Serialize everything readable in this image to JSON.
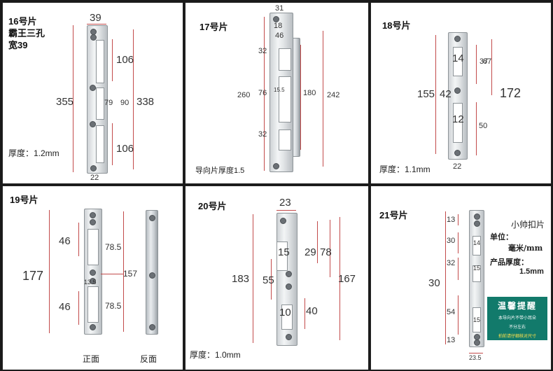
{
  "p16": {
    "title_lines": [
      "16号片",
      "霸王三孔",
      "宽39"
    ],
    "thickness": "厚度：1.2mm",
    "dims": {
      "width": "39",
      "d106a": "106",
      "total": "355",
      "d79": "79",
      "d90": "90",
      "d338": "338",
      "d106b": "106",
      "bottom": "22"
    }
  },
  "p17": {
    "title": "17号片",
    "note": "导向片厚度1.5",
    "dims": {
      "d31": "31",
      "d18": "18",
      "d46": "46",
      "d32a": "32",
      "d260": "260",
      "d76": "76",
      "d15_5": "15.5",
      "d180": "180",
      "d242": "242",
      "d32b": "32"
    }
  },
  "p18": {
    "title": "18号片",
    "thickness": "厚度：1.1mm",
    "dims": {
      "d14": "14",
      "d37": "37",
      "d67": "67",
      "d155": "155",
      "d42": "42",
      "d172": "172",
      "d12": "12",
      "d50": "50",
      "d22": "22"
    }
  },
  "p19": {
    "title": "19号片",
    "front": "正面",
    "back": "反面",
    "dims": {
      "d46a": "46",
      "d78_5a": "78.5",
      "d177": "177",
      "d157": "157",
      "d13_5": "13.5",
      "d46b": "46",
      "d78_5b": "78.5"
    }
  },
  "p20": {
    "title": "20号片",
    "thickness": "厚度：1.0mm",
    "dims": {
      "d23": "23",
      "d15": "15",
      "d29": "29",
      "d78": "78",
      "d183": "183",
      "d55": "55",
      "d167": "167",
      "d10": "10",
      "d40": "40"
    }
  },
  "p21": {
    "title": "21号片",
    "name": "小帅扣片",
    "unit_label": "单位：",
    "unit": "毫米/mm",
    "thick_label": "产品厚度：",
    "thick": "1.5mm",
    "tip_title": "温馨提醒",
    "tip_line1": "本导向片不带小耳朵",
    "tip_line2": "不分左右",
    "tip_line3": "拍前请仔细核对尺寸",
    "dims": {
      "d13a": "13",
      "d30": "30",
      "d14": "14",
      "d32": "32",
      "d15a": "15",
      "d30b": "30",
      "d54": "54",
      "d15b": "15",
      "d13b": "13",
      "d23_5": "23.5"
    }
  }
}
